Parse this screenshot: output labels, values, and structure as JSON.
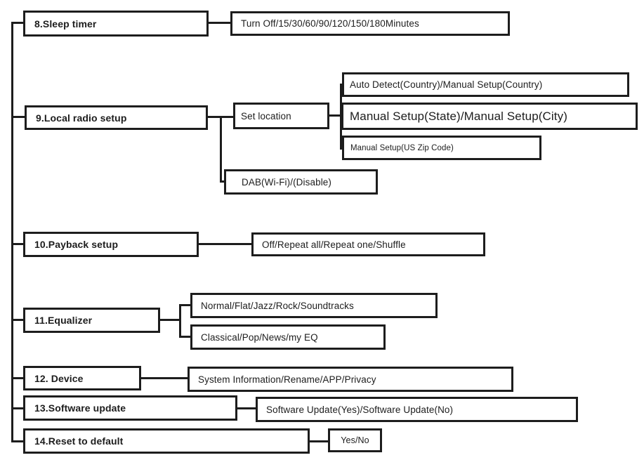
{
  "colors": {
    "line": "#1d1d1d",
    "background": "#ffffff",
    "text": "#1d1d1d"
  },
  "nodes": {
    "sleep_timer": {
      "label": "8.Sleep timer"
    },
    "sleep_timer_options": {
      "label": "Turn Off/15/30/60/90/120/150/180Minutes"
    },
    "local_radio_setup": {
      "label": "9.Local radio setup"
    },
    "set_location": {
      "label": "Set location"
    },
    "auto_detect": {
      "label": "Auto Detect(Country)/Manual Setup(Country)"
    },
    "manual_setup_state_city": {
      "label": "Manual Setup(State)/Manual Setup(City)"
    },
    "manual_setup_zip": {
      "label": "Manual Setup(US Zip Code)"
    },
    "dab": {
      "label": "DAB(Wi-Fi)/(Disable)"
    },
    "payback_setup": {
      "label": "10.Payback setup"
    },
    "payback_options": {
      "label": "Off/Repeat all/Repeat one/Shuffle"
    },
    "equalizer": {
      "label": "11.Equalizer"
    },
    "equalizer_options_1": {
      "label": "Normal/Flat/Jazz/Rock/Soundtracks"
    },
    "equalizer_options_2": {
      "label": "Classical/Pop/News/my EQ"
    },
    "device": {
      "label": "12. Device"
    },
    "device_options": {
      "label": "System Information/Rename/APP/Privacy"
    },
    "software_update": {
      "label": "13.Software update"
    },
    "software_update_options": {
      "label": "Software Update(Yes)/Software Update(No)"
    },
    "reset_to_default": {
      "label": "14.Reset to default"
    },
    "reset_options": {
      "label": "Yes/No"
    }
  },
  "edges": [
    [
      "sleep_timer",
      "sleep_timer_options"
    ],
    [
      "local_radio_setup",
      "set_location"
    ],
    [
      "local_radio_setup",
      "dab"
    ],
    [
      "set_location",
      "auto_detect"
    ],
    [
      "set_location",
      "manual_setup_state_city"
    ],
    [
      "set_location",
      "manual_setup_zip"
    ],
    [
      "payback_setup",
      "payback_options"
    ],
    [
      "equalizer",
      "equalizer_options_1"
    ],
    [
      "equalizer",
      "equalizer_options_2"
    ],
    [
      "device",
      "device_options"
    ],
    [
      "software_update",
      "software_update_options"
    ],
    [
      "reset_to_default",
      "reset_options"
    ]
  ]
}
